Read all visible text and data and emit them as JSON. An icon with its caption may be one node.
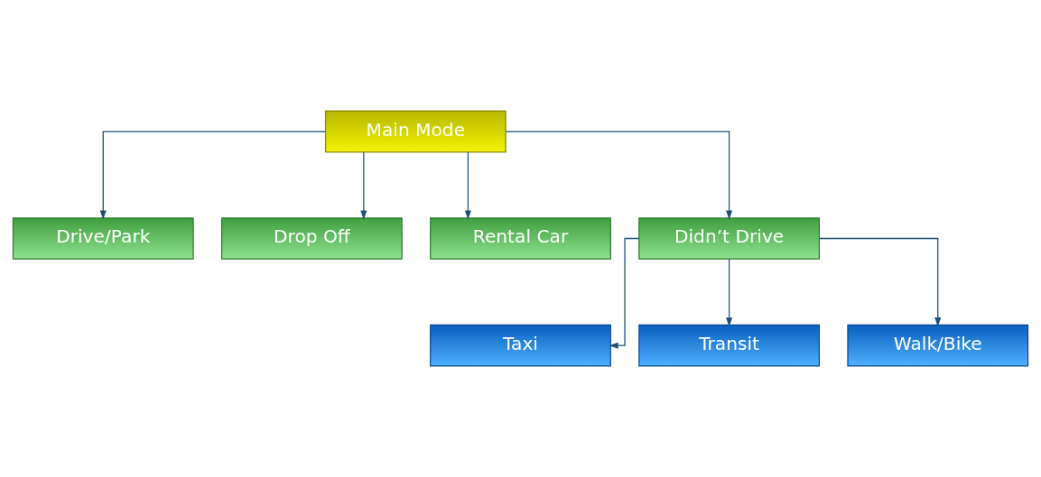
{
  "diagram": {
    "nodes": [
      {
        "text": [
          "Main Mode"
        ]
      },
      {
        "text": [
          "Drive/Park"
        ]
      },
      {
        "text": [
          "Drop Off"
        ]
      },
      {
        "text": [
          "Rental Car"
        ]
      },
      {
        "text": [
          "Didn’t Drive"
        ]
      },
      {
        "text": [
          "Taxi"
        ]
      },
      {
        "text": [
          "Transit"
        ]
      },
      {
        "text": [
          "Walk/Bike"
        ]
      }
    ],
    "edges": [
      {
        "from": 0,
        "to": 1,
        "arrow": "to"
      },
      {
        "from": 0,
        "to": 2,
        "arrow": "to"
      },
      {
        "from": 0,
        "to": 3,
        "arrow": "to"
      },
      {
        "from": 0,
        "to": 4,
        "arrow": "to"
      },
      {
        "from": 4,
        "to": 5,
        "arrow": "to"
      },
      {
        "from": 4,
        "to": 6,
        "arrow": "to"
      },
      {
        "from": 4,
        "to": 7,
        "arrow": "to"
      }
    ]
  }
}
